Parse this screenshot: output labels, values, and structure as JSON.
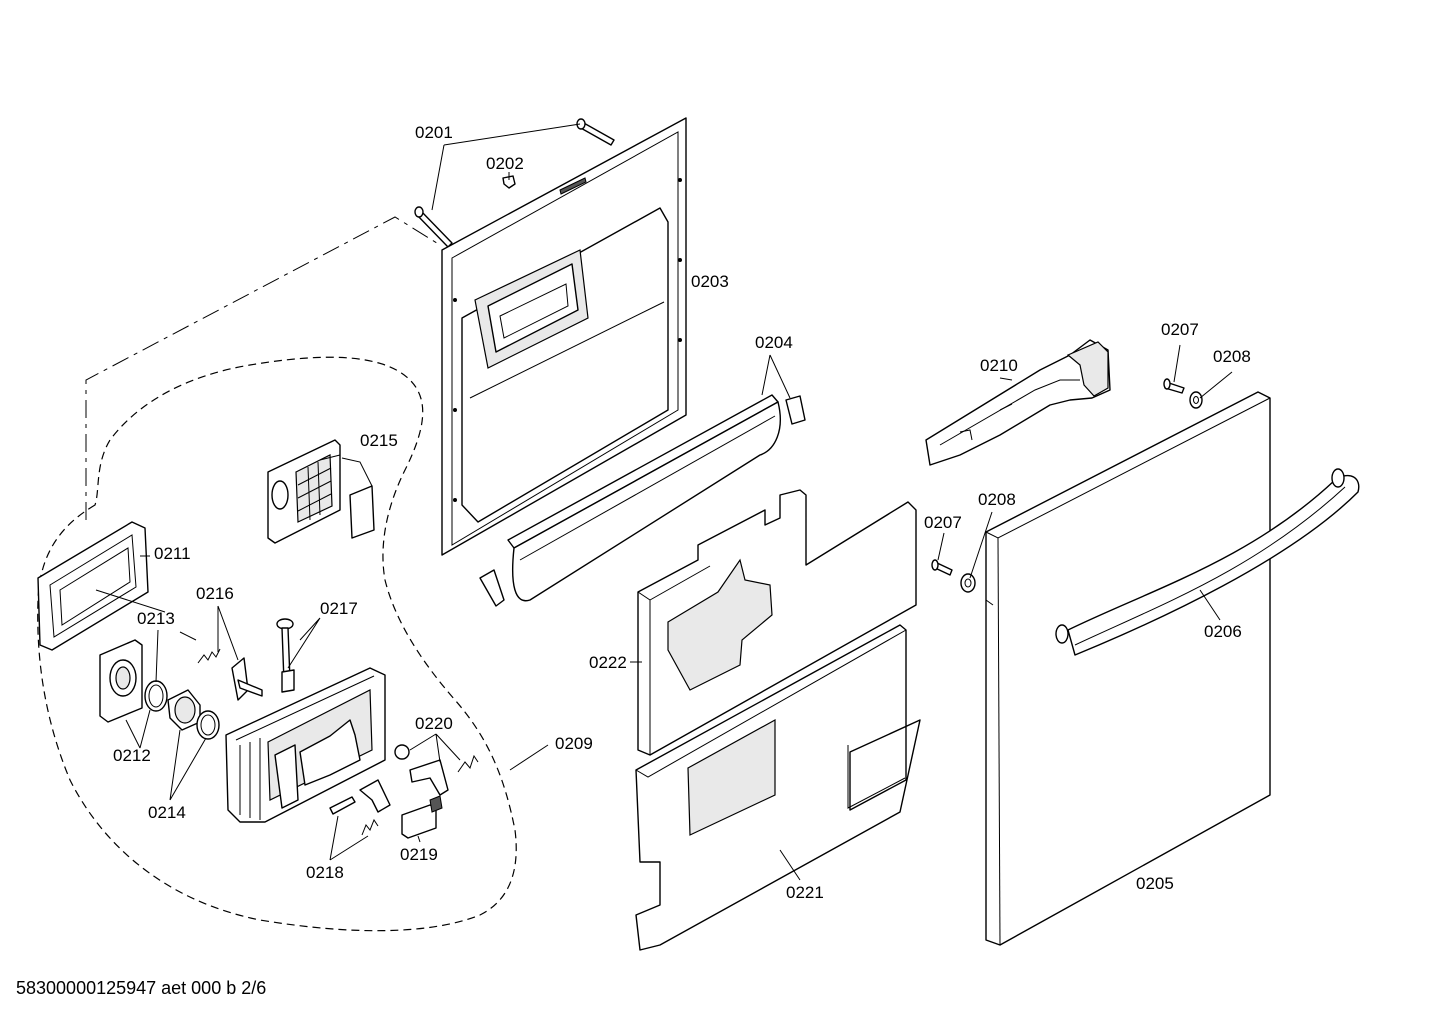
{
  "footer": "58300000125947 aet 000 b 2/6",
  "labels": {
    "p0201": "0201",
    "p0202": "0202",
    "p0203": "0203",
    "p0204": "0204",
    "p0205": "0205",
    "p0206": "0206",
    "p0207a": "0207",
    "p0207b": "0207",
    "p0208a": "0208",
    "p0208b": "0208",
    "p0209": "0209",
    "p0210": "0210",
    "p0211": "0211",
    "p0212": "0212",
    "p0213": "0213",
    "p0214": "0214",
    "p0215": "0215",
    "p0216": "0216",
    "p0217": "0217",
    "p0218": "0218",
    "p0219": "0219",
    "p0220": "0220",
    "p0221": "0221",
    "p0222": "0222"
  }
}
